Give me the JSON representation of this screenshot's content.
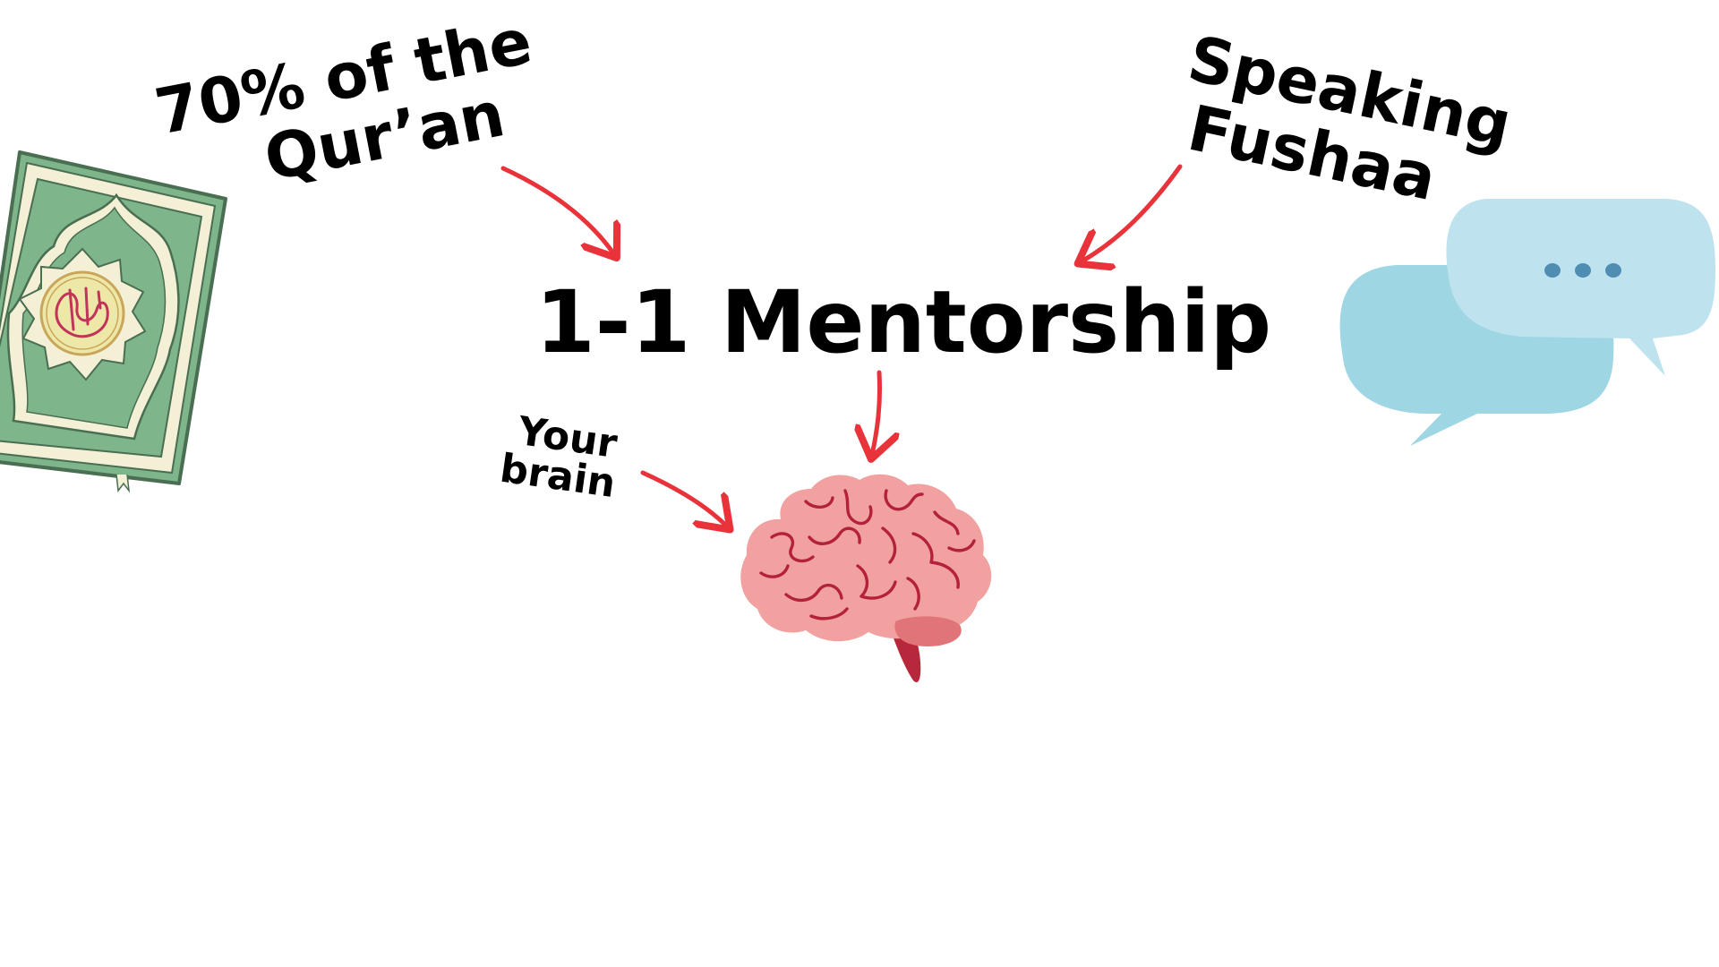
{
  "diagram": {
    "top_left_label": [
      "70% of the",
      "Qur’an"
    ],
    "top_right_label": [
      "Speaking",
      "Fushaa"
    ],
    "center_label": "1-1 Mentorship",
    "bottom_label": [
      "Your",
      "brain"
    ]
  },
  "colors": {
    "arrow": "#e8333a",
    "book_green": "#7fb58a",
    "book_dark": "#5a8f66",
    "bubble_light": "#bfe3ee",
    "bubble_mid": "#9fd6e3",
    "bubble_dots": "#4f8db3",
    "brain_pink": "#f2a1a1",
    "brain_lines": "#b3213a"
  },
  "icons": [
    "quran-book-icon",
    "speech-bubbles-icon",
    "brain-icon"
  ]
}
